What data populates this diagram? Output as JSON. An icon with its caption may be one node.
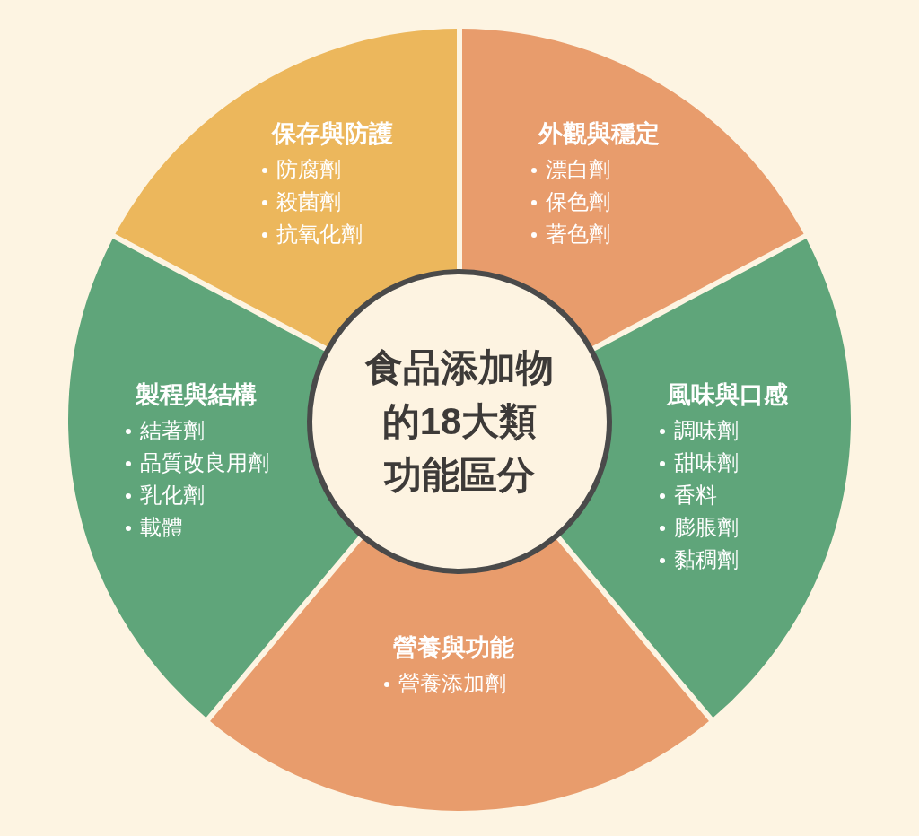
{
  "diagram": {
    "nodes": [
      {
        "text": [
          "食品添加物的18大類功能區分"
        ]
      },
      {
        "text": [
          "保存與防護",
          "防腐劑",
          "殺菌劑",
          "抗氧化劑"
        ]
      },
      {
        "text": [
          "外觀與穩定",
          "漂白劑",
          "保色劑",
          "著色劑"
        ]
      },
      {
        "text": [
          "風味與口感",
          "調味劑",
          "甜味劑",
          "香料",
          "膨脹劑",
          "黏稠劑"
        ]
      },
      {
        "text": [
          "營養與功能",
          "營養添加劑"
        ]
      },
      {
        "text": [
          "製程與結構",
          "結著劑",
          "品質改良用劑",
          "乳化劑",
          "載體"
        ]
      }
    ]
  }
}
